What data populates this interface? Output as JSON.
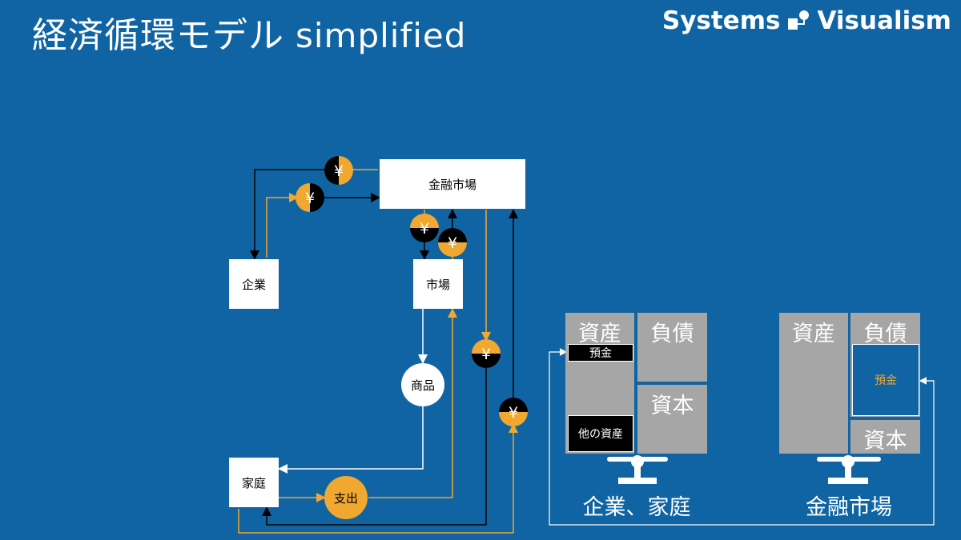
{
  "header": {
    "title": "経済循環モデル",
    "subtitle": "simplified",
    "brand_left": "Systems",
    "brand_right": "Visualism"
  },
  "colors": {
    "background": "#1064a3",
    "gold": "#f0a830",
    "black": "#000000",
    "gray": "#a6a6a6"
  },
  "flow": {
    "financial_market": "金融市場",
    "firm": "企業",
    "market": "市場",
    "goods": "商品",
    "household": "家庭",
    "expenditure": "支出",
    "yen_symbol": "¥"
  },
  "balance_sheets": {
    "firms_households": {
      "assets": "資産",
      "liabilities": "負債",
      "capital": "資本",
      "deposit": "預金",
      "other_assets": "他の資産",
      "caption": "企業、家庭"
    },
    "financial_market": {
      "assets": "資産",
      "liabilities": "負債",
      "capital": "資本",
      "deposit": "預金",
      "caption": "金融市場"
    }
  }
}
